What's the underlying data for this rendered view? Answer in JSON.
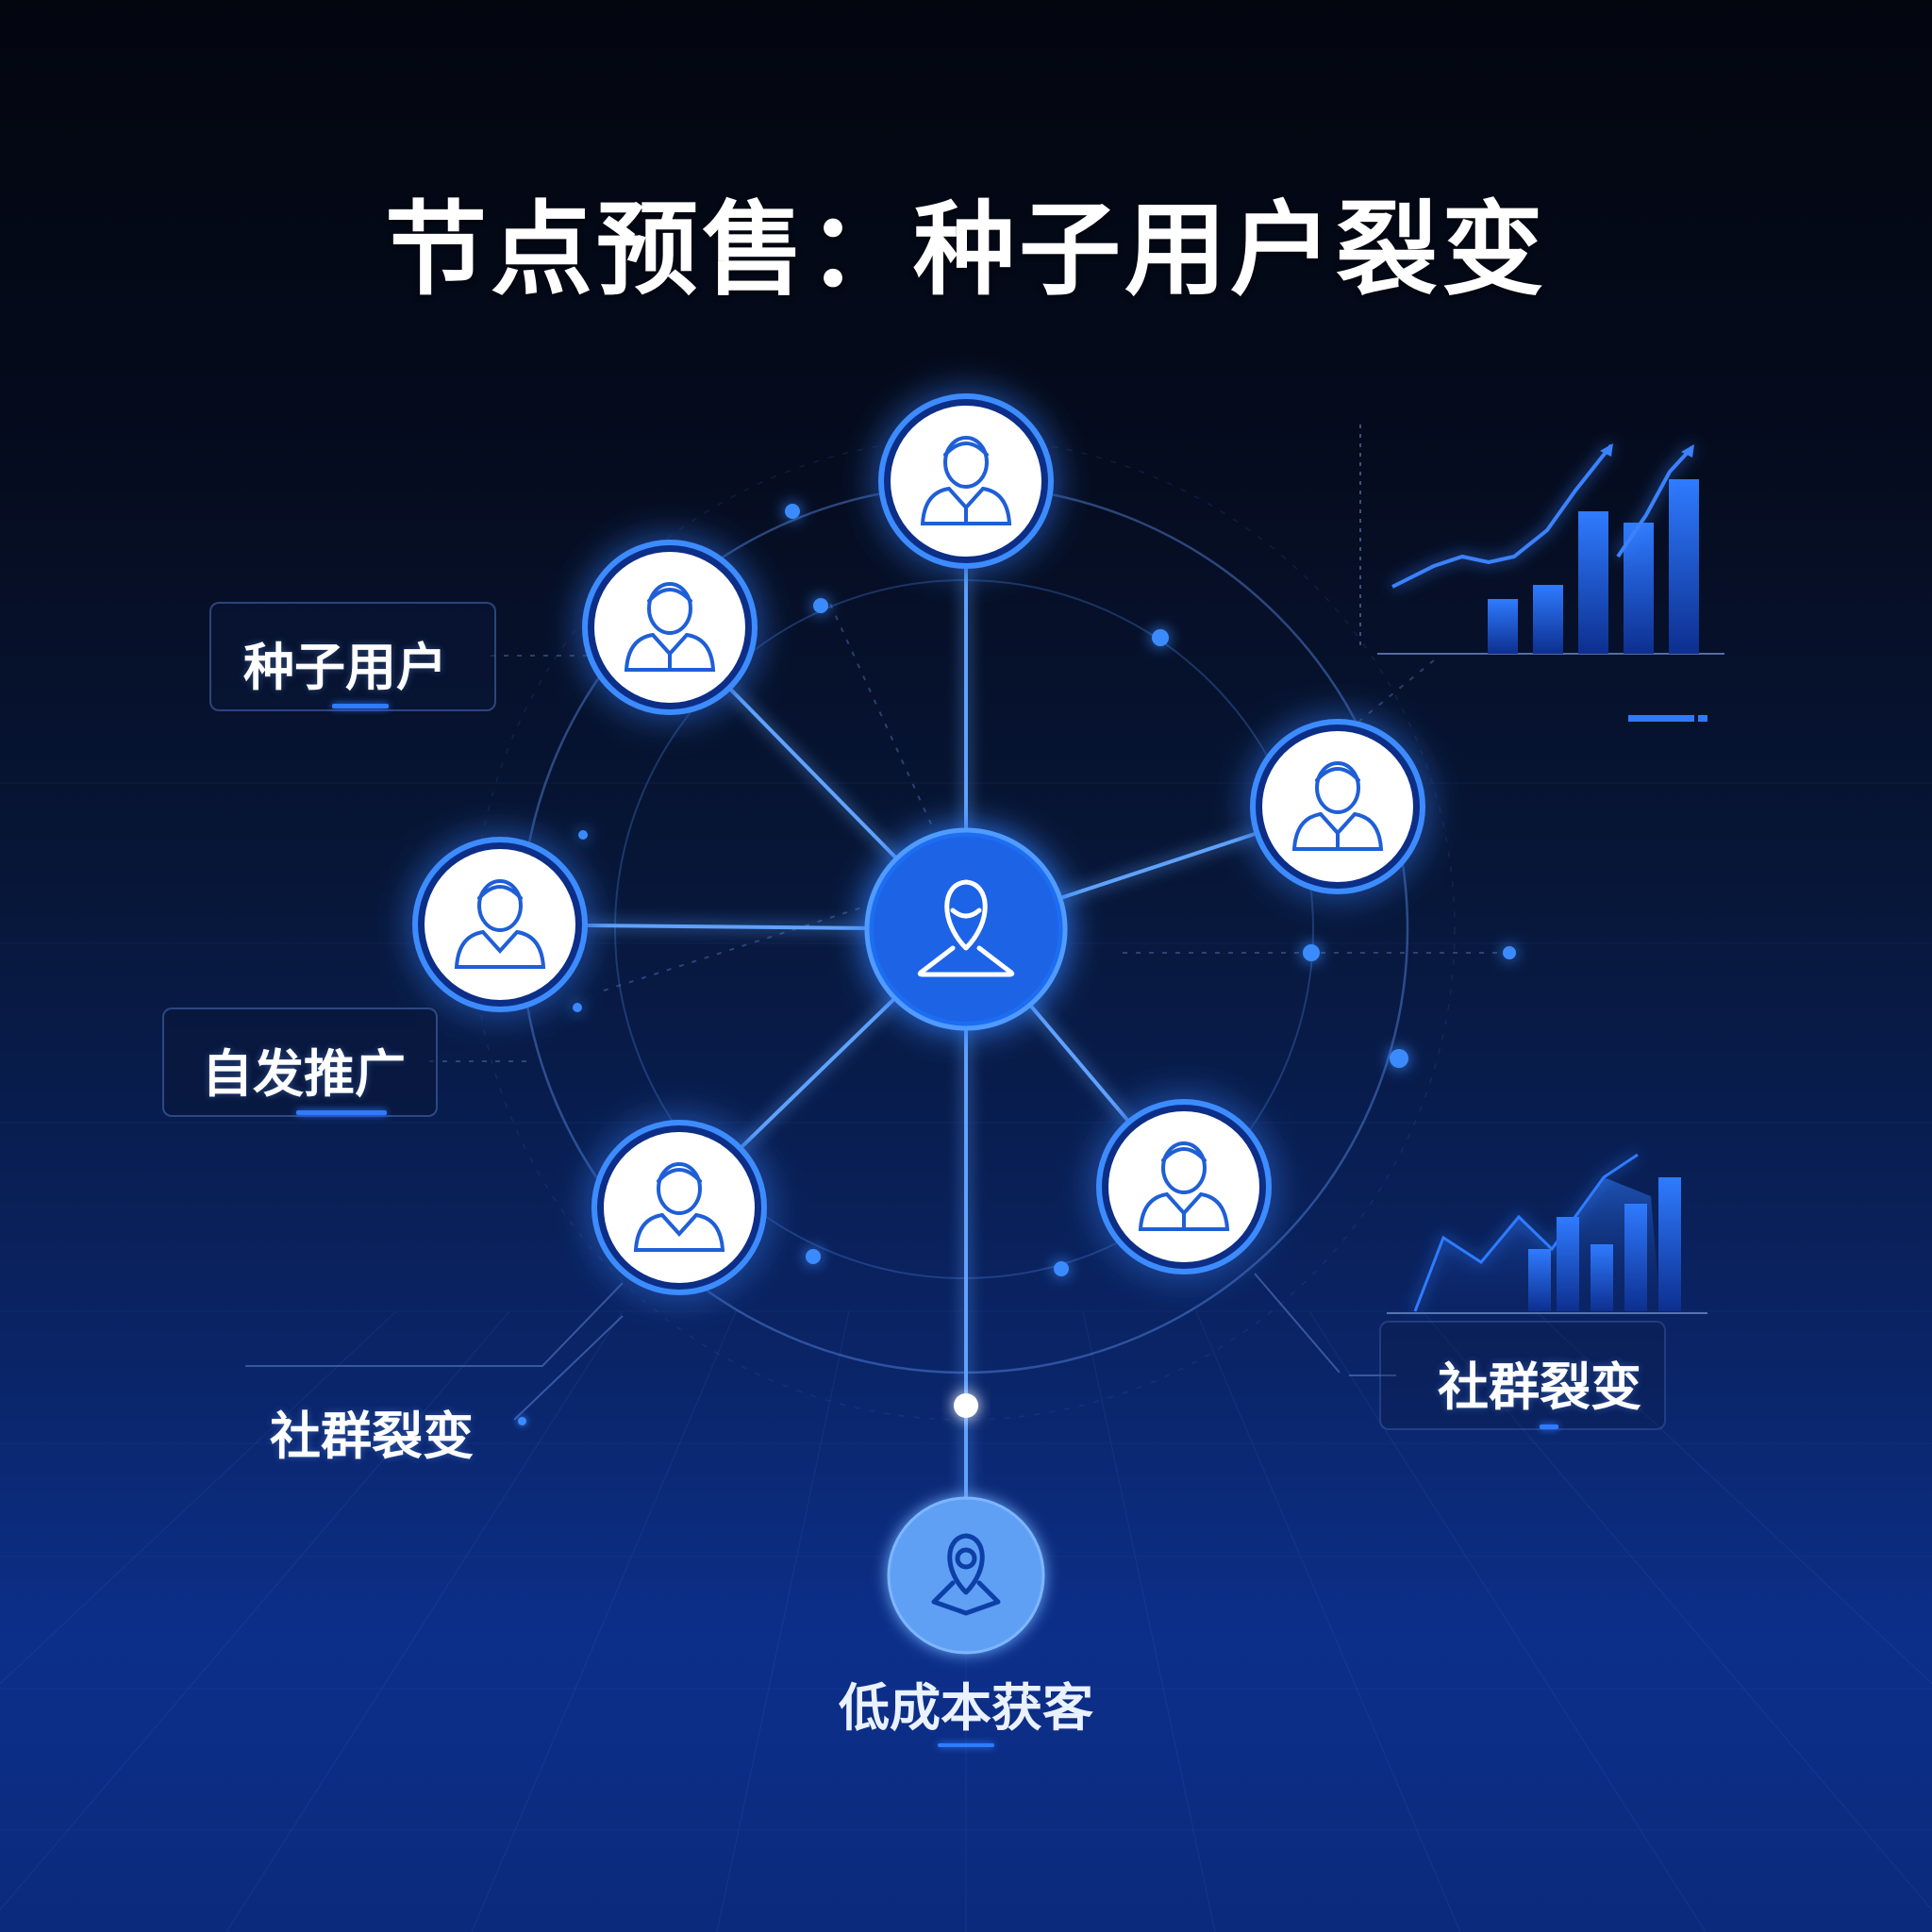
{
  "title": "节点预售：种子用户裂变",
  "labels": {
    "seed_users": "种子用户",
    "self_promotion": "自发推广",
    "community_fission_left": "社群裂变",
    "community_fission_right": "社群裂变",
    "low_cost_acquisition": "低成本获客"
  },
  "diagram": {
    "center_icon": "user-location-icon",
    "node_icons": [
      "user-icon",
      "user-icon",
      "user-icon",
      "user-icon",
      "user-icon",
      "user-icon"
    ],
    "bottom_icon": "location-pin-icon"
  },
  "colors": {
    "accent": "#2f7bff",
    "node_fill": "#ffffff",
    "center_fill": "#1f6df2",
    "background_top": "#03060f",
    "background_bottom": "#0c2f8a"
  }
}
